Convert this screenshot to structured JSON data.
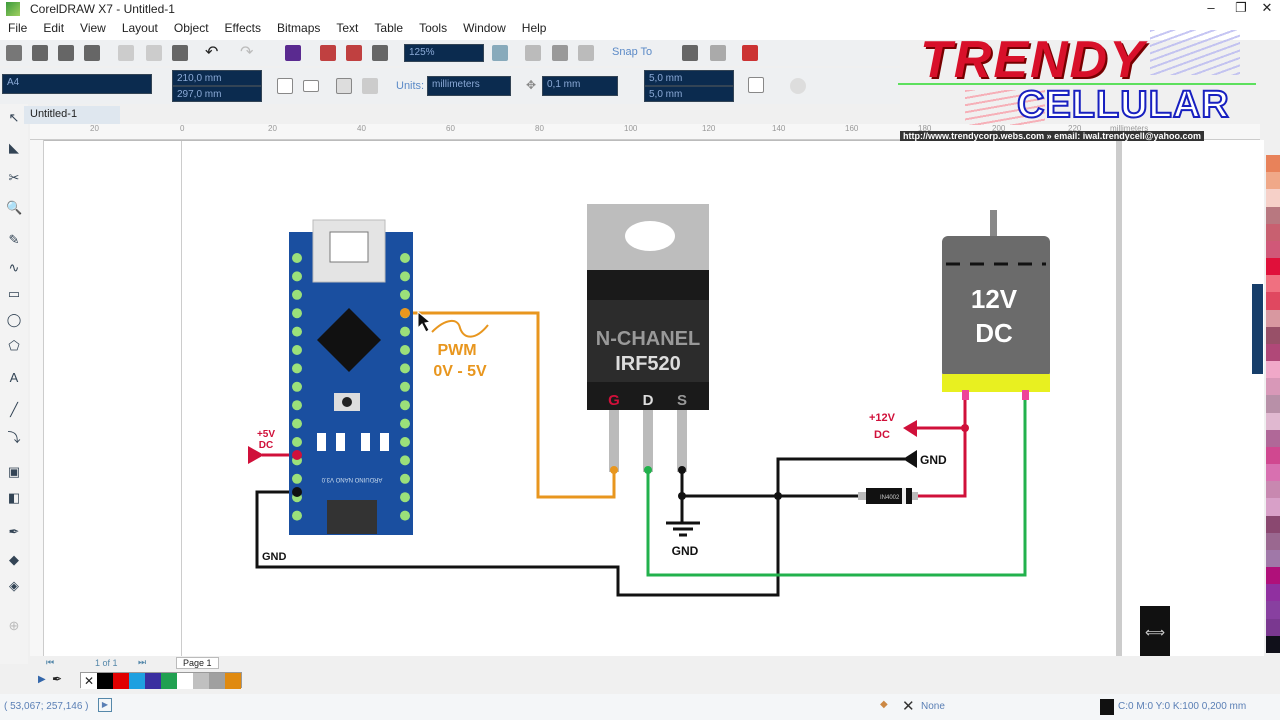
{
  "window": {
    "title": "CorelDRAW X7 - Untitled-1"
  },
  "menu": [
    "File",
    "Edit",
    "View",
    "Layout",
    "Object",
    "Effects",
    "Bitmaps",
    "Text",
    "Table",
    "Tools",
    "Window",
    "Help"
  ],
  "toolbar": {
    "zoom": "125%",
    "snap_to": "Snap To"
  },
  "property_bar": {
    "page_size": "A4",
    "width": "210,0 mm",
    "height": "297,0 mm",
    "units_label": "Units:",
    "units": "millimeters",
    "nudge": "0,1 mm",
    "dup_x": "5,0 mm",
    "dup_y": "5,0 mm"
  },
  "document_tab": "Untitled-1",
  "ruler": {
    "labels": [
      "20",
      "0",
      "20",
      "40",
      "60",
      "80",
      "100",
      "120",
      "140",
      "160",
      "180",
      "200",
      "220"
    ],
    "unit": "millimeters"
  },
  "logo": {
    "line1": "TRENDY",
    "line2": "CELLULAR",
    "contact": "http://www.trendycorp.webs.com  »  email: iwal.trendycell@yahoo.com"
  },
  "diagram": {
    "pwm_label": "PWM",
    "pwm_range": "0V - 5V",
    "vcc5_label": "+5V",
    "vcc5_unit": "DC",
    "gnd_arduino": "GND",
    "mosfet_type": "N-CHANEL",
    "mosfet_model": "IRF520",
    "pin_g": "G",
    "pin_d": "D",
    "pin_s": "S",
    "gnd_source": "GND",
    "motor_voltage": "12V",
    "motor_type": "DC",
    "vcc12_label": "+12V",
    "vcc12_unit": "DC",
    "gnd_right": "GND",
    "diode": "IN4002",
    "arduino_text": "ARDUINO NANO V3.0"
  },
  "colors": {
    "orange": "#e8961e",
    "red": "#d0103a",
    "green": "#22b14c",
    "black": "#111111",
    "board": "#1a4fa0",
    "pin": "#9be07a"
  },
  "page_nav": {
    "count": "1 of 1",
    "page": "Page 1"
  },
  "bottom_palette": [
    "none",
    "#000000",
    "#e00000",
    "#1ea0e0",
    "#3a2fa0",
    "#20a050",
    "#ffffff",
    "#c0c0c0",
    "#a0a0a0",
    "#e08a10"
  ],
  "right_palette": [
    "#e8825a",
    "#f0a888",
    "#f6d0c8",
    "#b87880",
    "#c86070",
    "#d05878",
    "#e0103a",
    "#f07080",
    "#e04860",
    "#d898a0",
    "#985068",
    "#b04878",
    "#f0a8c8",
    "#d898b8",
    "#b890a8",
    "#e0b8d0",
    "#b06898",
    "#d04890",
    "#d870b0",
    "#c888b0",
    "#d8a0c8",
    "#8a4870",
    "#9a6890",
    "#a078a8",
    "#b0107a",
    "#9030a0",
    "#8840a0",
    "#7a3890",
    "#10101a"
  ],
  "status": {
    "coords": "( 53,067; 257,146 )",
    "fill": "None",
    "outline": "C:0 M:0 Y:0 K:100  0,200 mm"
  }
}
